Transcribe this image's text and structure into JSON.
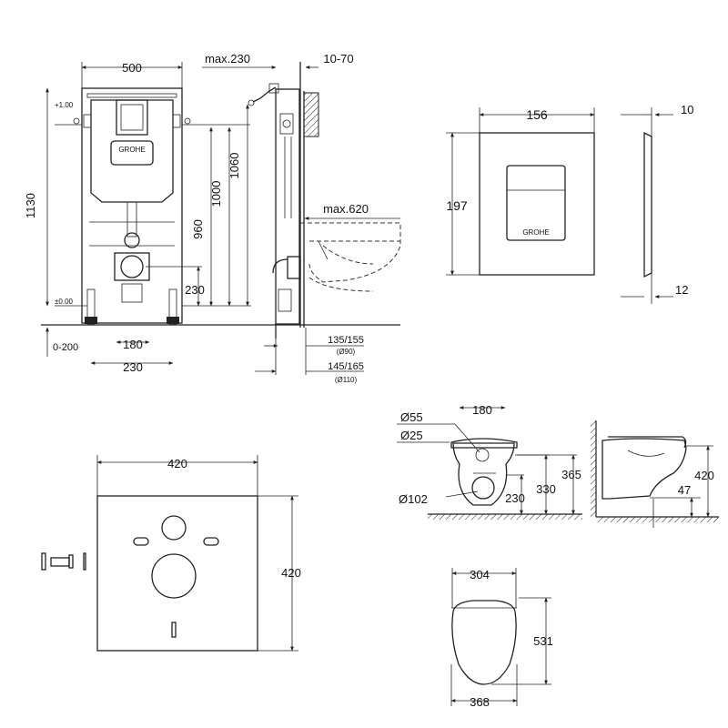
{
  "frame_front": {
    "width": "500",
    "height": "1130",
    "top_offset": "+1.00",
    "zero_level": "±0.00",
    "adjust_range": "0-200",
    "seat_height": "1060",
    "top_height": "1000",
    "inlet_height": "960",
    "outlet_height": "230",
    "leg_spacing": "180",
    "bottom_width": "230"
  },
  "frame_side": {
    "max_depth": "max.230",
    "wall_range": "10-70",
    "max_projection": "max.620",
    "depth_a": "135/155",
    "depth_a_note": "(Ø90)",
    "depth_b": "145/165",
    "depth_b_note": "(Ø110)"
  },
  "flush_plate": {
    "width": "156",
    "height": "197",
    "thickness_top": "10",
    "thickness_bottom": "12",
    "brand": "GROHE"
  },
  "toilet_side": {
    "width": "180",
    "d55": "Ø55",
    "d25": "Ø25",
    "d102": "Ø102",
    "h230": "230",
    "h330": "330",
    "h365": "365",
    "h420": "420",
    "h47": "47"
  },
  "toilet_top": {
    "width_top": "304",
    "length": "531",
    "width_bottom": "368"
  },
  "sound_mat": {
    "width": "420",
    "height": "420"
  }
}
